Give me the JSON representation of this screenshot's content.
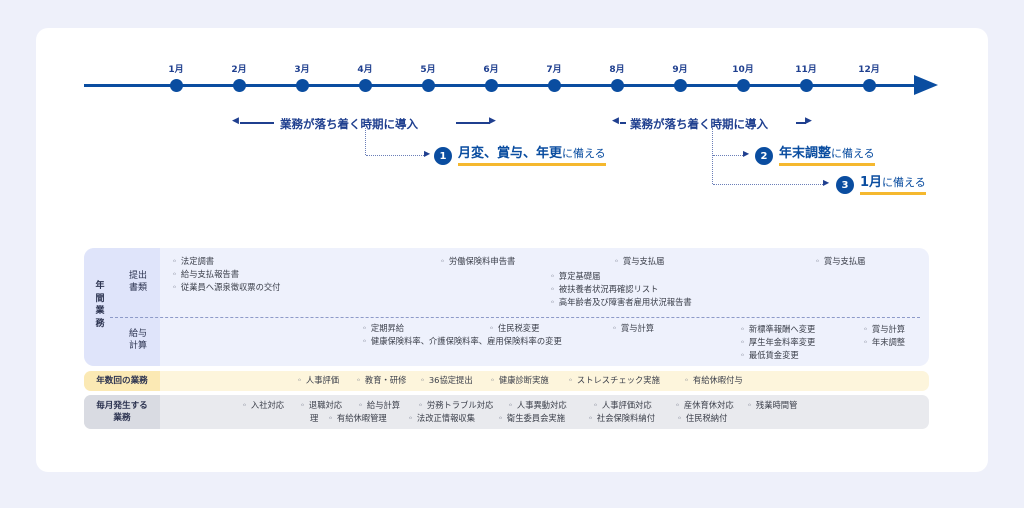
{
  "timeline": {
    "months": [
      "1月",
      "2月",
      "3月",
      "4月",
      "5月",
      "6月",
      "7月",
      "8月",
      "9月",
      "10月",
      "11月",
      "12月"
    ]
  },
  "phases": [
    {
      "text": "業務が落ち着く時期に導入"
    },
    {
      "text": "業務が落ち着く時期に導入"
    }
  ],
  "goals": [
    {
      "number": "1",
      "main": "月変、賞与、年更",
      "suffix": "に備える"
    },
    {
      "number": "2",
      "main": "年末調整",
      "suffix": "に備える"
    },
    {
      "number": "3",
      "main": "1月",
      "suffix": "に備える"
    }
  ],
  "annual": {
    "label_chars": [
      "年",
      "間",
      "業",
      "務"
    ],
    "submission": {
      "label_lines": [
        "提出",
        "書類"
      ],
      "items": [
        "法定調書",
        "給与支払報告書",
        "従業員へ源泉徴収票の交付",
        "労働保険料申告書",
        "算定基礎届",
        "被扶養者状況再確認リスト",
        "高年齢者及び障害者雇用状況報告書",
        "賞与支払届",
        "賞与支払届"
      ]
    },
    "payroll": {
      "label_lines": [
        "給与",
        "計算"
      ],
      "items": [
        "定期昇給",
        "健康保険料率、介護保険料率、雇用保険料率の変更",
        "住民税変更",
        "賞与計算",
        "新標準報酬へ変更",
        "厚生年金料率変更",
        "最低賃金変更",
        "賞与計算",
        "年末調整"
      ]
    }
  },
  "several_times": {
    "label": "年数回の業務",
    "items": [
      "人事評価",
      "教育・研修",
      "36協定提出",
      "健康診断実施",
      "ストレスチェック実施",
      "有給休暇付与"
    ]
  },
  "monthly": {
    "label_lines": [
      "毎月発生する",
      "業務"
    ],
    "items_row1": [
      "入社対応",
      "退職対応",
      "給与計算",
      "労務トラブル対応",
      "人事異動対応",
      "人事評価対応",
      "産休育休対応",
      "残業時間管"
    ],
    "items_row2": [
      "理",
      "有給休暇管理",
      "法改正情報収集",
      "衛生委員会実施",
      "社会保険料納付",
      "住民税納付"
    ]
  },
  "colors": {
    "primary": "#0a4da0",
    "accent": "#f5b82e",
    "panel": "#eef1fc",
    "yellow_band": "#fdf5dc",
    "gray_band": "#e9eaee"
  }
}
